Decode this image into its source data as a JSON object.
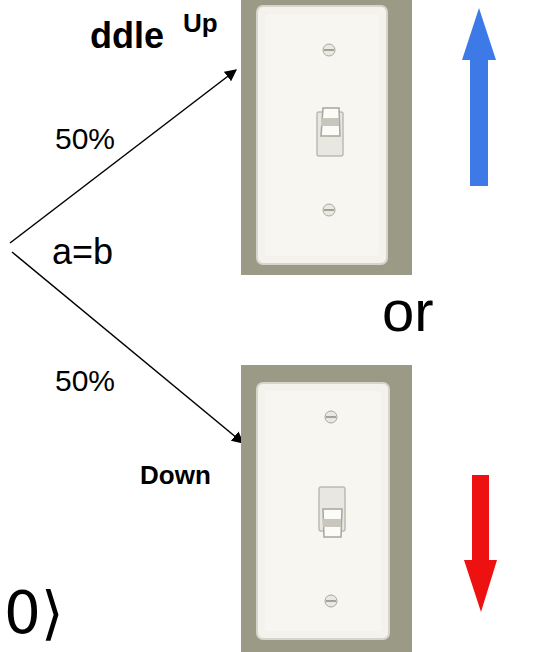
{
  "diagram": {
    "nodes": [
      {
        "text": [
          "Up"
        ]
      },
      {
        "text": [
          "Down"
        ]
      }
    ],
    "labels": [
      "ddle",
      "50%",
      "a=b",
      "or",
      "50%",
      "0⟩"
    ]
  }
}
